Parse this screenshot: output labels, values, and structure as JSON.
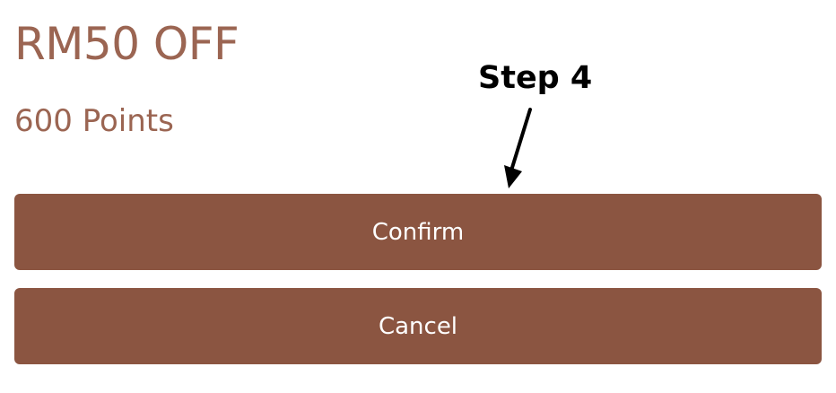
{
  "theme": {
    "accent": "#8b5541",
    "title_text": "#9b6552",
    "button_text": "#ffffff"
  },
  "reward": {
    "title": "RM50 OFF",
    "points": "600 Points"
  },
  "annotation": {
    "step_label": "Step 4",
    "arrow_icon": "arrow-down-icon"
  },
  "actions": {
    "confirm_label": "Confirm",
    "cancel_label": "Cancel"
  }
}
